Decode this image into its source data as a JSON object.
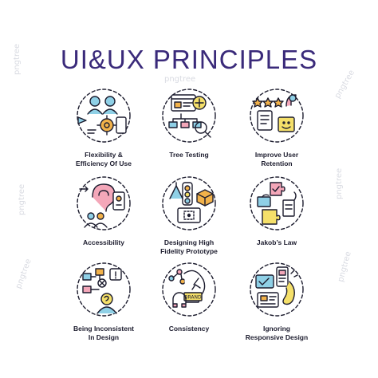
{
  "title": "UI&UX PRINCIPLES",
  "watermark": "pngtree",
  "colors": {
    "outline": "#1c1c2e",
    "purple": "#3a2a7a",
    "orange": "#f2b24a",
    "cyan": "#8fd0e6",
    "pink": "#f4a7b9",
    "yellow": "#f5e06a"
  },
  "items": [
    {
      "label": "Flexibility & Efficiency Of Use",
      "line1": "Flexibility &",
      "line2": "Efficiency Of Use",
      "icon": "two-users-gear-icon"
    },
    {
      "label": "Tree Testing",
      "line1": "Tree Testing",
      "line2": "",
      "icon": "sitemap-magnifier-icon"
    },
    {
      "label": "Improve User Retention",
      "line1": "Improve User",
      "line2": "Retention",
      "icon": "star-rating-magnet-icon"
    },
    {
      "label": "Accessibility",
      "line1": "Accessibility",
      "line2": "",
      "icon": "ear-hearing-icon"
    },
    {
      "label": "Designing High Fidelity Prototype",
      "line1": "Designing High",
      "line2": "Fidelity Prototype",
      "icon": "prototype-tools-icon"
    },
    {
      "label": "Jakob's Law",
      "line1": "Jakob’s Law",
      "line2": "",
      "icon": "puzzle-sync-icon"
    },
    {
      "label": "Being Inconsistent In Design",
      "line1": "Being Inconsistent",
      "line2": "In Design",
      "icon": "confused-user-flow-icon"
    },
    {
      "label": "Consistency",
      "line1": "Consistency",
      "line2": "",
      "icon": "brand-magnet-icon"
    },
    {
      "label": "Ignoring Responsive Design",
      "line1": "Ignoring",
      "line2": "Responsive Design",
      "icon": "devices-ignore-icon"
    }
  ]
}
